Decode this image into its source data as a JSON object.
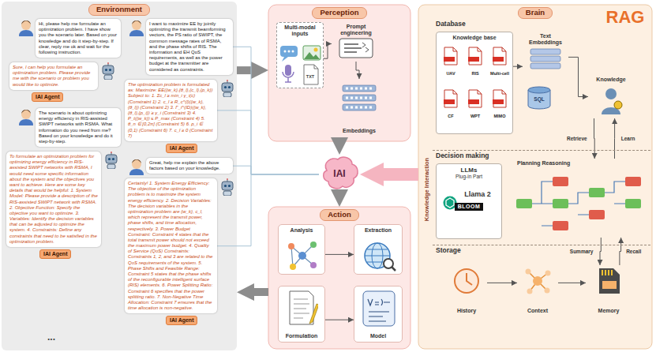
{
  "diagram": {
    "nodes": [
      {
        "text": [
          "Environment"
        ]
      },
      {
        "text": [
          "Hi, please help me formulate an optimization problem. I have show you the scenario later. Based on your knowledge and do it step-by-step. If clear, reply me ok and wait for the following instruction."
        ],
        "in": 0
      },
      {
        "text": [
          "Sure, I can help you formulate an optimization problem. Please provide me with the scenario or problem you would like to optimize."
        ],
        "in": 0
      },
      {
        "text": [
          "IAI Agent"
        ],
        "in": 0
      },
      {
        "text": [
          "The scenario is about optimizing energy efficiency in RIS-assisted SWIPT networks with RSMA. What information do you need from me? Based on your knowledge and do it step-by-step."
        ],
        "in": 0
      },
      {
        "text": [
          "To formulate an optimization problem for optimizing energy efficiency in RIS-assisted SWIPT networks with RSMA, I would need some specific information about the system and the objectives you want to achieve. Here are some key details that would be helpful: 1. System Model: Please provide a description of the RIS-assisted SWIPT network with RSMA. 2. Objective Function: Specify the objective you want to optimize. 3. Variables: Identify the decision variables that can be adjusted to optimize the system. 4. Constraints: Define any constraints that need to be satisfied in the optimization problem."
        ],
        "in": 0
      },
      {
        "text": [
          "IAI Agent"
        ],
        "in": 0
      },
      {
        "text": [
          "I want to maximize EE by jointly optimizing the transmit beamforming vectors, the PS ratio of SWIPT, the common message rates of RSMA, and the phase shifts of RIS. The information and EH QoS requirements, as well as the power budget at the transmitter are considered as constraints."
        ],
        "in": 0
      },
      {
        "text": [
          "The optimization problem is formulated as: Maximize: EE({w_k},{θ_l},{c_l},{ρ_k}) Subject to: 1. Σc_l ≥ min_i γ_i(c) (Constraint 1) 2. c_l ≥ R_c^(l)({w_k},{θ_l}) (Constraint 2) 3. Γ_i^(ID)({w_k},{θ_l},{ρ_i}) ≥ γ_i (Constraint 3) 4. P_t({w_k}) ≤ P_max (Constraint 4) 5. θ_n ∈ [0,2π] (Constraint 5) 6. ρ_i ∈ (0,1) (Constraint 6) 7. c_l ≥ 0 (Constraint 7)"
        ],
        "in": 0
      },
      {
        "text": [
          "IAI Agent"
        ],
        "in": 0
      },
      {
        "text": [
          "Great, help me explain the above factors based on your knowledge."
        ],
        "in": 0
      },
      {
        "text": [
          "Certainly! 1. System Energy Efficiency: The objective of the optimization problem is to maximize the system energy efficiency. 2. Decision Variables: The decision variables in the optimization problem are {w_k}, c_l, which represent the transmit power, phase shifts, and time allocation, respectively. 3. Power Budget Constraint: Constraint 4 states that the total transmit power should not exceed the maximum power budget. 4. Quality of Service (QoS) Constraints: Constraints 1, 2, and 3 are related to the QoS requirements of the system. 5. Phase Shifts and Feasible Range: Constraint 5 states that the phase shifts of the reconfigurable intelligent surface (RIS) elements. 6. Power Splitting Ratio: Constraint 6 specifies that the power splitting ratio. 7. Non-Negative Time Allocation: Constraint 7 ensures that the time allocation is non-negative."
        ],
        "in": 0
      },
      {
        "text": [
          "IAI Agent"
        ],
        "in": 0
      },
      {
        "text": [
          "Perception"
        ]
      },
      {
        "text": [
          "Multi-modal inputs"
        ],
        "in": 13
      },
      {
        "text": [
          "Prompt engineering"
        ],
        "in": 13
      },
      {
        "text": [
          "Embeddings"
        ],
        "in": 13
      },
      {
        "text": [
          "IAI"
        ]
      },
      {
        "text": [
          "Action"
        ]
      },
      {
        "text": [
          "Analysis"
        ],
        "in": 18
      },
      {
        "text": [
          "Extraction"
        ],
        "in": 18
      },
      {
        "text": [
          "Formulation"
        ],
        "in": 18
      },
      {
        "text": [
          "Model"
        ],
        "in": 18
      },
      {
        "text": [
          "Brain"
        ]
      },
      {
        "text": [
          "Database"
        ],
        "in": 23
      },
      {
        "text": [
          "Knowledge base"
        ],
        "in": 24
      },
      {
        "text": [
          "UAV"
        ],
        "in": 25
      },
      {
        "text": [
          "RIS"
        ],
        "in": 25
      },
      {
        "text": [
          "Multi-cell"
        ],
        "in": 25
      },
      {
        "text": [
          "CF"
        ],
        "in": 25
      },
      {
        "text": [
          "WPT"
        ],
        "in": 25
      },
      {
        "text": [
          "MIMO"
        ],
        "in": 25
      },
      {
        "text": [
          "Text Embeddings"
        ],
        "in": 24
      },
      {
        "text": [
          "Knowledge"
        ],
        "in": 24
      },
      {
        "text": [
          "Decision making"
        ],
        "in": 23
      },
      {
        "text": [
          "LLMs",
          "Plug-in Part",
          "Llama 2",
          "BLOOM"
        ],
        "in": 34
      },
      {
        "text": [
          "Planning Reasoning"
        ],
        "in": 34
      },
      {
        "text": [
          "Storage"
        ],
        "in": 23
      },
      {
        "text": [
          "History"
        ],
        "in": 37
      },
      {
        "text": [
          "Context"
        ],
        "in": 37
      },
      {
        "text": [
          "Memory"
        ],
        "in": 37
      }
    ],
    "edges": [
      {
        "from": 0,
        "to": 13,
        "arrow": "to"
      },
      {
        "from": 13,
        "to": 17,
        "arrow": "to"
      },
      {
        "from": 17,
        "to": 18,
        "arrow": "to"
      },
      {
        "from": 18,
        "to": 0,
        "arrow": "to"
      },
      {
        "from": 23,
        "to": 17,
        "arrow": "to"
      },
      {
        "from": 17,
        "to": 7,
        "arrow": "none"
      },
      {
        "from": 17,
        "to": 8,
        "arrow": "none"
      },
      {
        "from": 17,
        "to": 10,
        "arrow": "none"
      },
      {
        "from": 17,
        "to": 11,
        "arrow": "none"
      },
      {
        "from": 14,
        "to": 15,
        "arrow": "to"
      },
      {
        "from": 15,
        "to": 16,
        "arrow": "to"
      },
      {
        "from": 19,
        "to": 20,
        "arrow": "to"
      },
      {
        "from": 21,
        "to": 22,
        "arrow": "to"
      },
      {
        "from": 25,
        "to": 32,
        "arrow": "to"
      },
      {
        "from": 32,
        "to": 33,
        "arrow": "to"
      },
      {
        "from": 33,
        "to": 36,
        "label": "Retrieve",
        "arrow": "to"
      },
      {
        "from": 36,
        "to": 33,
        "label": "Learn",
        "arrow": "to"
      },
      {
        "from": 36,
        "to": 40,
        "label": "Summary",
        "arrow": "to"
      },
      {
        "from": 40,
        "to": 36,
        "label": "Recall",
        "arrow": "to"
      },
      {
        "from": 38,
        "to": 39,
        "arrow": "to"
      },
      {
        "from": 39,
        "to": 40,
        "arrow": "to"
      }
    ],
    "labels": [
      "RAG",
      "Knowledge Interaction",
      "TXT",
      "SQL",
      "..."
    ]
  }
}
